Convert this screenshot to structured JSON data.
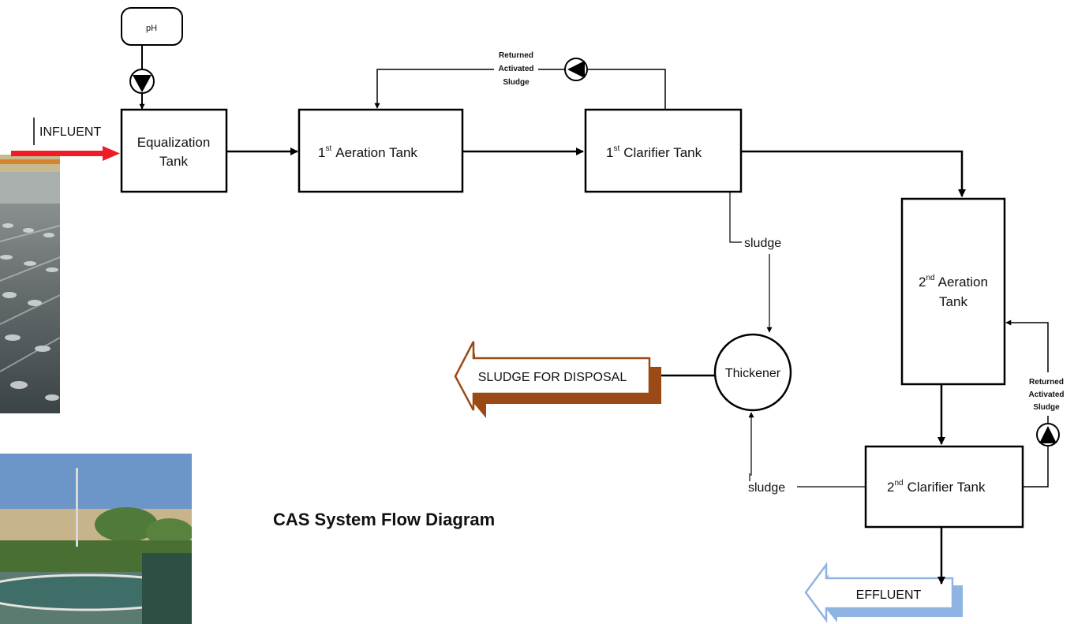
{
  "title": "CAS System Flow Diagram",
  "nodes": {
    "ph": "pH",
    "influent": "INFLUENT",
    "equalization_1": "Equalization",
    "equalization_2": "Tank",
    "aeration1_sup": "st",
    "aeration1_label": "Aeration Tank",
    "clarifier1_sup": "st",
    "clarifier1_label": "Clarifier Tank",
    "aeration2_sup": "nd",
    "aeration2_label_1": "Aeration",
    "aeration2_label_2": "Tank",
    "clarifier2_sup": "nd",
    "clarifier2_label": "Clarifier Tank",
    "thickener": "Thickener",
    "sludge_disposal": "SLUDGE FOR DISPOSAL",
    "effluent": "EFFLUENT"
  },
  "flow_labels": {
    "ras_top": [
      "Returned",
      "Activated",
      "Sludge"
    ],
    "ras_right": [
      "Returned",
      "Activated",
      "Sludge"
    ],
    "sludge_top": "sludge",
    "sludge_bottom": "sludge"
  },
  "colors": {
    "influent_arrow": "#ee1c25",
    "sludge_arrow_fill": "#9b4a16",
    "effluent_arrow": "#8fb4e3",
    "line": "#000000"
  }
}
